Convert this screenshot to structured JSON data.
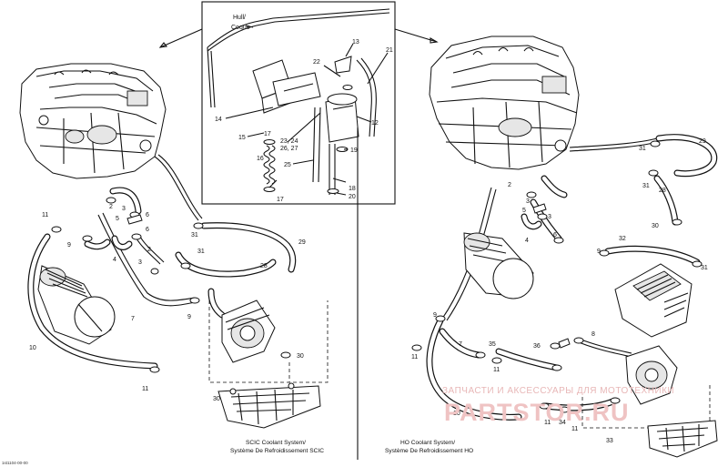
{
  "inset": {
    "hull_label": "Hull/",
    "coque_label": "Coque"
  },
  "captions": {
    "scic_en": "SCIC Coolant System/",
    "scic_fr": "Système De Refroidissement SCIC",
    "ho_en": "HO Coolant System/",
    "ho_fr": "Système De Refroidissement HO"
  },
  "watermark": {
    "line1": "ЗАПЧАСТИ И АКСЕССУАРЫ ДЛЯ МОТОТЕХНИКИ",
    "line2": "PARTSTOR.RU"
  },
  "ref_code": "1st1104-00-00",
  "callouts": {
    "inset": [
      "13",
      "21",
      "22",
      "14",
      "12",
      "15",
      "17",
      "23, 24",
      "26, 27",
      "19",
      "16",
      "25",
      "17",
      "18",
      "20"
    ],
    "left": [
      "2",
      "3",
      "5",
      "6",
      "11",
      "9",
      "4",
      "6",
      "31",
      "2",
      "3",
      "29",
      "31",
      "28",
      "7",
      "9",
      "10",
      "30",
      "11",
      "30"
    ],
    "right": [
      "29",
      "31",
      "31",
      "28",
      "30",
      "2",
      "3",
      "5",
      "3",
      "4",
      "6",
      "32",
      "9",
      "31",
      "9",
      "8",
      "35",
      "7",
      "36",
      "11",
      "11",
      "10",
      "11",
      "34",
      "11",
      "33"
    ]
  }
}
